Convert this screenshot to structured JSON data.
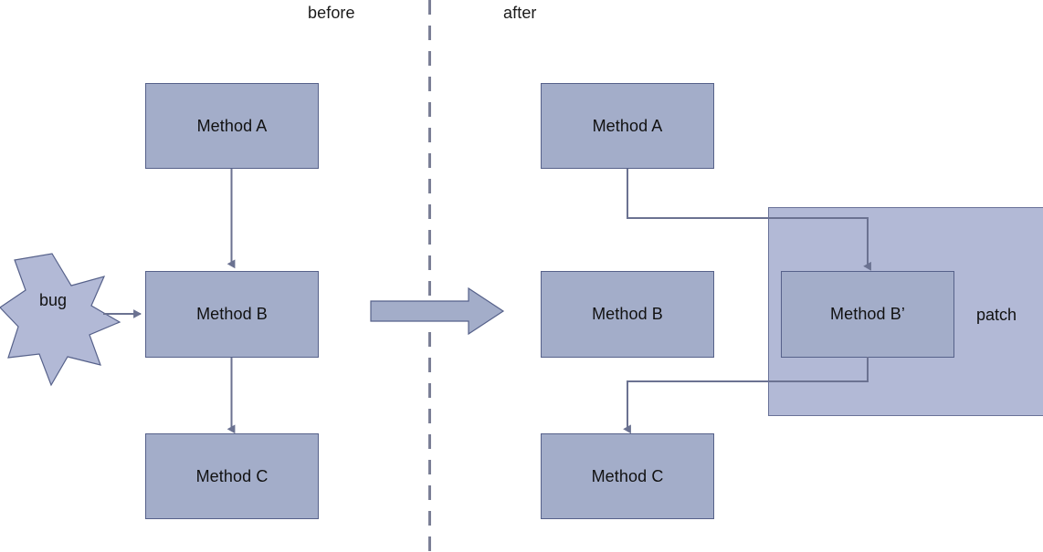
{
  "diagram": {
    "title_labels": {
      "before": "before",
      "after": "after"
    },
    "colors": {
      "node_fill": "#a3adc9",
      "node_stroke": "#56618a",
      "patch_fill": "#b2b9d6",
      "patch_stroke": "#6a7298",
      "connector": "#6b7291",
      "divider": "#7b7f96",
      "text": "#111111",
      "background": "#ffffff"
    },
    "before": {
      "nodes": [
        {
          "id": "method-a",
          "label": "Method A"
        },
        {
          "id": "method-b",
          "label": "Method B"
        },
        {
          "id": "method-c",
          "label": "Method C"
        }
      ],
      "bug": {
        "label": "bug",
        "shape": "7-point-star"
      },
      "edges": [
        {
          "from": "method-a",
          "to": "method-b",
          "type": "straight-down-arrow"
        },
        {
          "from": "method-b",
          "to": "method-c",
          "type": "straight-down-arrow"
        },
        {
          "from": "bug",
          "to": "method-b",
          "type": "straight-right-arrow"
        }
      ]
    },
    "transition": {
      "icon": "block-right-arrow"
    },
    "after": {
      "nodes": [
        {
          "id": "method-a-after",
          "label": "Method A"
        },
        {
          "id": "method-b-after",
          "label": "Method B"
        },
        {
          "id": "method-c-after",
          "label": "Method C"
        },
        {
          "id": "method-b-prime",
          "label": "Method B’"
        }
      ],
      "patch": {
        "label": "patch"
      },
      "edges": [
        {
          "from": "method-a-after",
          "to": "method-b-prime",
          "type": "elbow-arrow"
        },
        {
          "from": "method-b-prime",
          "to": "method-c-after",
          "type": "elbow-arrow"
        }
      ]
    }
  }
}
